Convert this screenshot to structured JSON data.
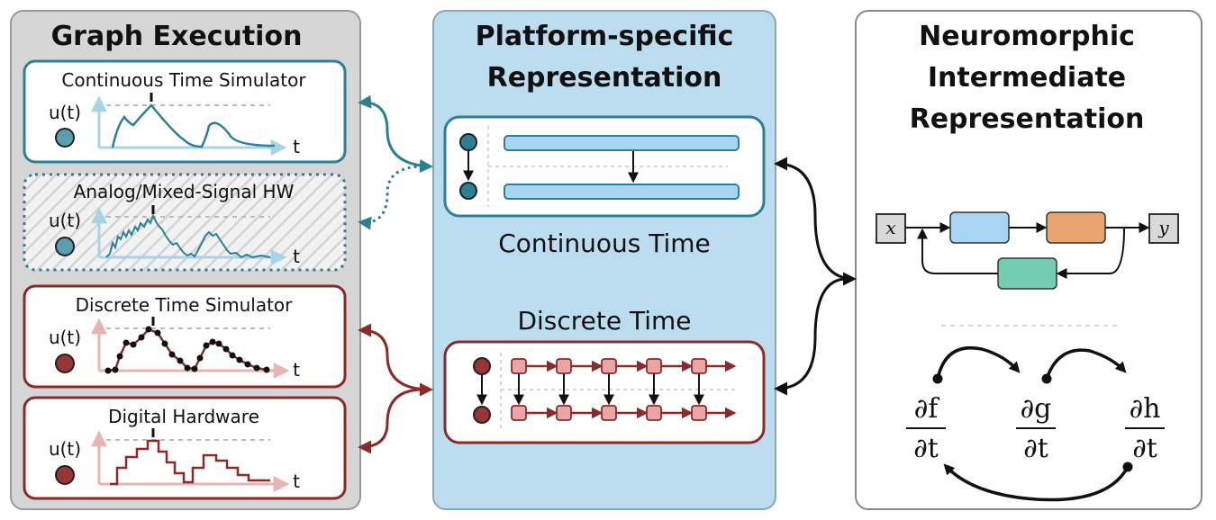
{
  "panels": {
    "graph_execution": {
      "title": "Graph Execution",
      "cards": [
        {
          "label": "Continuous Time Simulator",
          "y_label": "u(t)",
          "x_label": "t"
        },
        {
          "label": "Analog/Mixed-Signal HW",
          "y_label": "u(t)",
          "x_label": "t"
        },
        {
          "label": "Discrete Time Simulator",
          "y_label": "u(t)",
          "x_label": "t"
        },
        {
          "label": "Digital Hardware",
          "y_label": "u(t)",
          "x_label": "t"
        }
      ]
    },
    "platform": {
      "title_line1": "Platform-specific",
      "title_line2": "Representation",
      "continuous_label": "Continuous Time",
      "discrete_label": "Discrete Time"
    },
    "nir": {
      "title_line1": "Neuromorphic",
      "title_line2": "Intermediate",
      "title_line3": "Representation",
      "input_label": "x",
      "output_label": "y",
      "derivatives": [
        {
          "num": "∂f",
          "den": "∂t"
        },
        {
          "num": "∂g",
          "den": "∂t"
        },
        {
          "num": "∂h",
          "den": "∂t"
        }
      ]
    }
  },
  "colors": {
    "teal": "#2d7f95",
    "teal_fill": "#5a9fae",
    "red": "#8c2a2a",
    "red_fill": "#9a3535",
    "panel_gray": "#d6d6d6",
    "panel_blue": "#bcdcef",
    "block_blue": "#a8d5f2",
    "block_orange": "#e9a46f",
    "block_green": "#73cdb0",
    "pink": "#e8a6a6"
  }
}
